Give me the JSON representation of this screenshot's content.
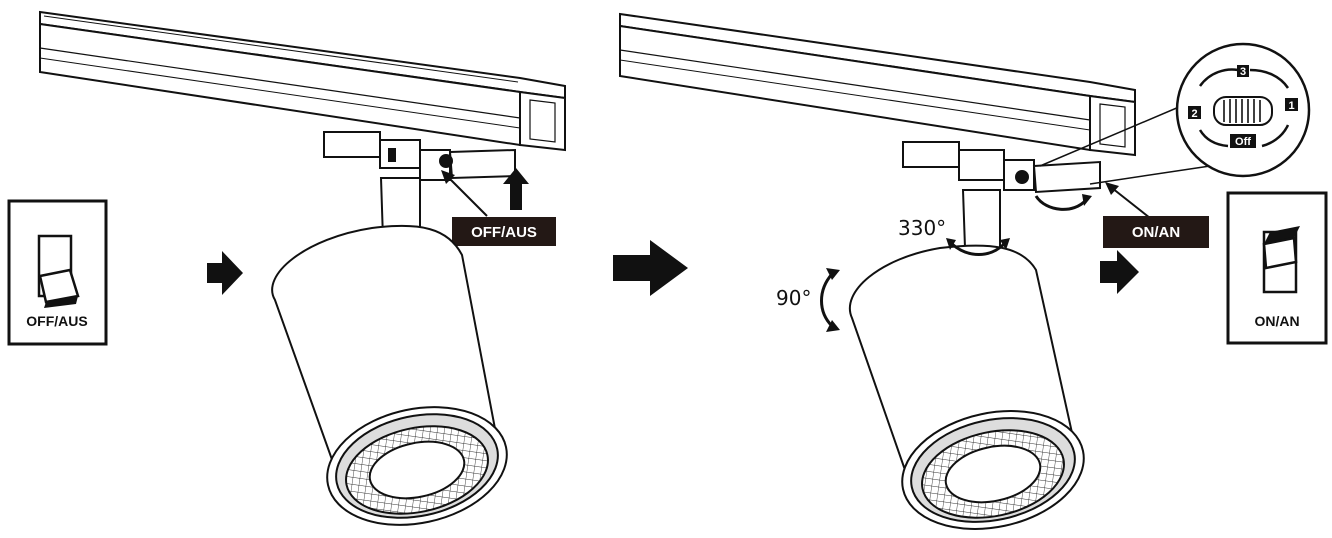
{
  "labels": {
    "left_switch_caption": "OFF/AUS",
    "left_callout": "OFF/AUS",
    "right_callout": "ON/AN",
    "right_switch_caption": "ON/AN",
    "rotation_horizontal": "330°",
    "rotation_vertical": "90°"
  },
  "dial": {
    "positions": [
      "3",
      "2",
      "1"
    ],
    "off_label": "Off"
  },
  "colors": {
    "line": "#111111",
    "label_bg": "#231815",
    "background": "#ffffff"
  }
}
